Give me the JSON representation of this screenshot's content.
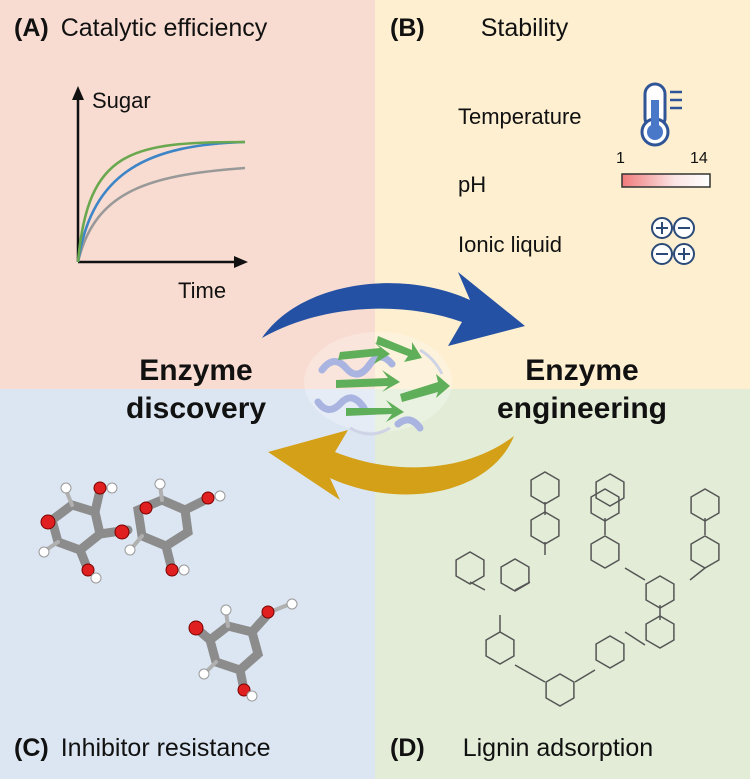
{
  "panels": {
    "a": {
      "letter": "(A)",
      "title": "Catalytic efficiency"
    },
    "b": {
      "letter": "(B)",
      "title": "Stability"
    },
    "c": {
      "letter": "(C)",
      "title": "Inhibitor resistance"
    },
    "d": {
      "letter": "(D)",
      "title": "Lignin adsorption"
    }
  },
  "plot": {
    "y_label": "Sugar",
    "x_label": "Time",
    "curve_colors": [
      "#6aa84f",
      "#3d85c6",
      "#999999"
    ]
  },
  "stability": {
    "temperature": "Temperature",
    "ph": "pH",
    "ph_min": "1",
    "ph_max": "14",
    "ionic": "Ionic liquid"
  },
  "center": {
    "left_line1": "Enzyme",
    "left_line2": "discovery",
    "right_line1": "Enzyme",
    "right_line2": "engineering"
  },
  "colors": {
    "arrow_top": "#2451a3",
    "arrow_bottom": "#d4a017",
    "protein": "#5fae5a",
    "helix": "#a9b4e0"
  }
}
